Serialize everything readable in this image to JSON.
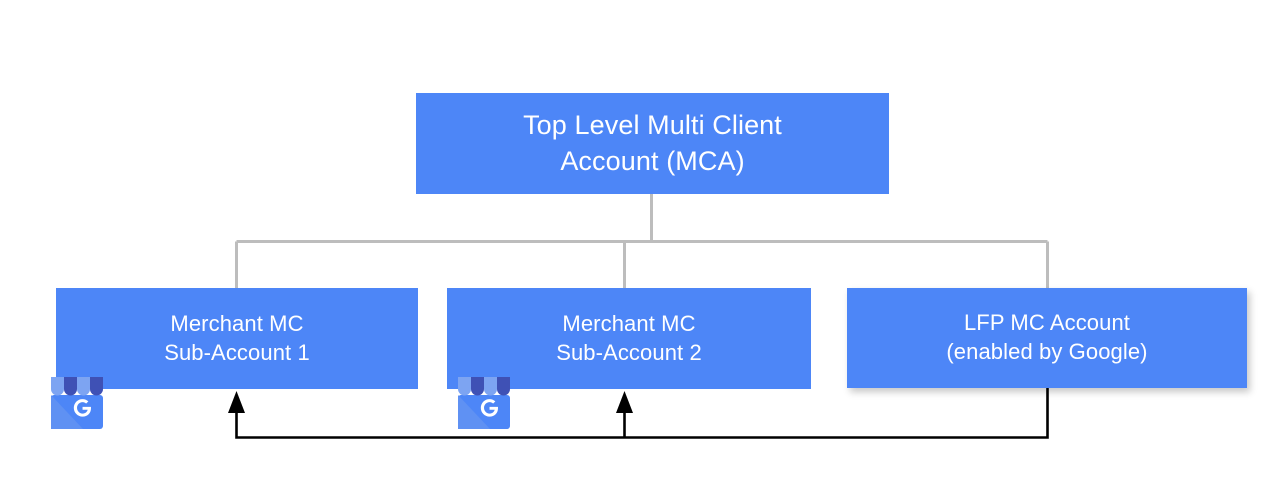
{
  "diagram": {
    "title": "Google Merchant Center multi-client account hierarchy",
    "type": "org-chart",
    "background_color": "#ffffff",
    "node_fill_color": "#4d86f7",
    "node_text_color": "#ffffff",
    "hierarchy_line_color": "#bdbdbd",
    "feedback_line_color": "#000000"
  },
  "nodes": {
    "top": {
      "id": "top-level-mca",
      "line1": "Top Level Multi Client",
      "line2": "Account (MCA)",
      "level": 0
    },
    "sub1": {
      "id": "merchant-mc-sub-account-1",
      "line1": "Merchant MC",
      "line2": "Sub-Account 1",
      "level": 1,
      "icon": "google-business-profile-icon"
    },
    "sub2": {
      "id": "merchant-mc-sub-account-2",
      "line1": "Merchant MC",
      "line2": "Sub-Account 2",
      "level": 1,
      "icon": "google-business-profile-icon"
    },
    "lfp": {
      "id": "lfp-mc-account",
      "line1": "LFP MC Account",
      "line2": "(enabled by Google)",
      "level": 1
    }
  },
  "edges": [
    {
      "from": "top-level-mca",
      "to": "merchant-mc-sub-account-1",
      "style": "elbow",
      "color": "#bdbdbd",
      "arrow": false
    },
    {
      "from": "top-level-mca",
      "to": "merchant-mc-sub-account-2",
      "style": "elbow",
      "color": "#bdbdbd",
      "arrow": false
    },
    {
      "from": "top-level-mca",
      "to": "lfp-mc-account",
      "style": "elbow",
      "color": "#bdbdbd",
      "arrow": false
    },
    {
      "from": "lfp-mc-account",
      "to": "merchant-mc-sub-account-1",
      "style": "elbow",
      "color": "#000000",
      "arrow": true
    },
    {
      "from": "lfp-mc-account",
      "to": "merchant-mc-sub-account-2",
      "style": "elbow",
      "color": "#000000",
      "arrow": true
    }
  ],
  "icon_colors": {
    "awning_light": "#7da4f2",
    "awning_dark": "#3f51b5",
    "awning_mid": "#5c6bc0",
    "storefront_body": "#4d86f7",
    "storefront_shade": "#5c8ef0",
    "glyph": "#ffffff",
    "glyph_letter": "G"
  }
}
